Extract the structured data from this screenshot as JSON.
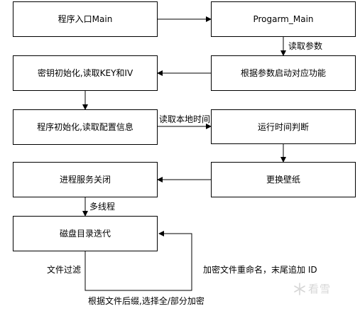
{
  "nodes": {
    "entry": "程序入口Main",
    "progarm_main": "Progarm_Main",
    "key_init": "密钥初始化,读取KEY和IV",
    "start_by_params": "根据参数启动对应功能",
    "program_init": "程序初始化,读取配置信息",
    "time_check": "运行时间判断",
    "kill_services": "进程服务关闭",
    "change_wallpaper": "更换壁纸",
    "disk_iterate": "磁盘目录迭代"
  },
  "edge_labels": {
    "read_params": "读取参数",
    "read_local_time": "读取本地时间",
    "multithread": "多线程",
    "file_filter": "文件过滤",
    "rename": "加密文件重命名，末尾追加 ID",
    "select_encrypt": "根据文件后缀,选择全/部分加密"
  },
  "watermark": {
    "text": "看雪"
  }
}
